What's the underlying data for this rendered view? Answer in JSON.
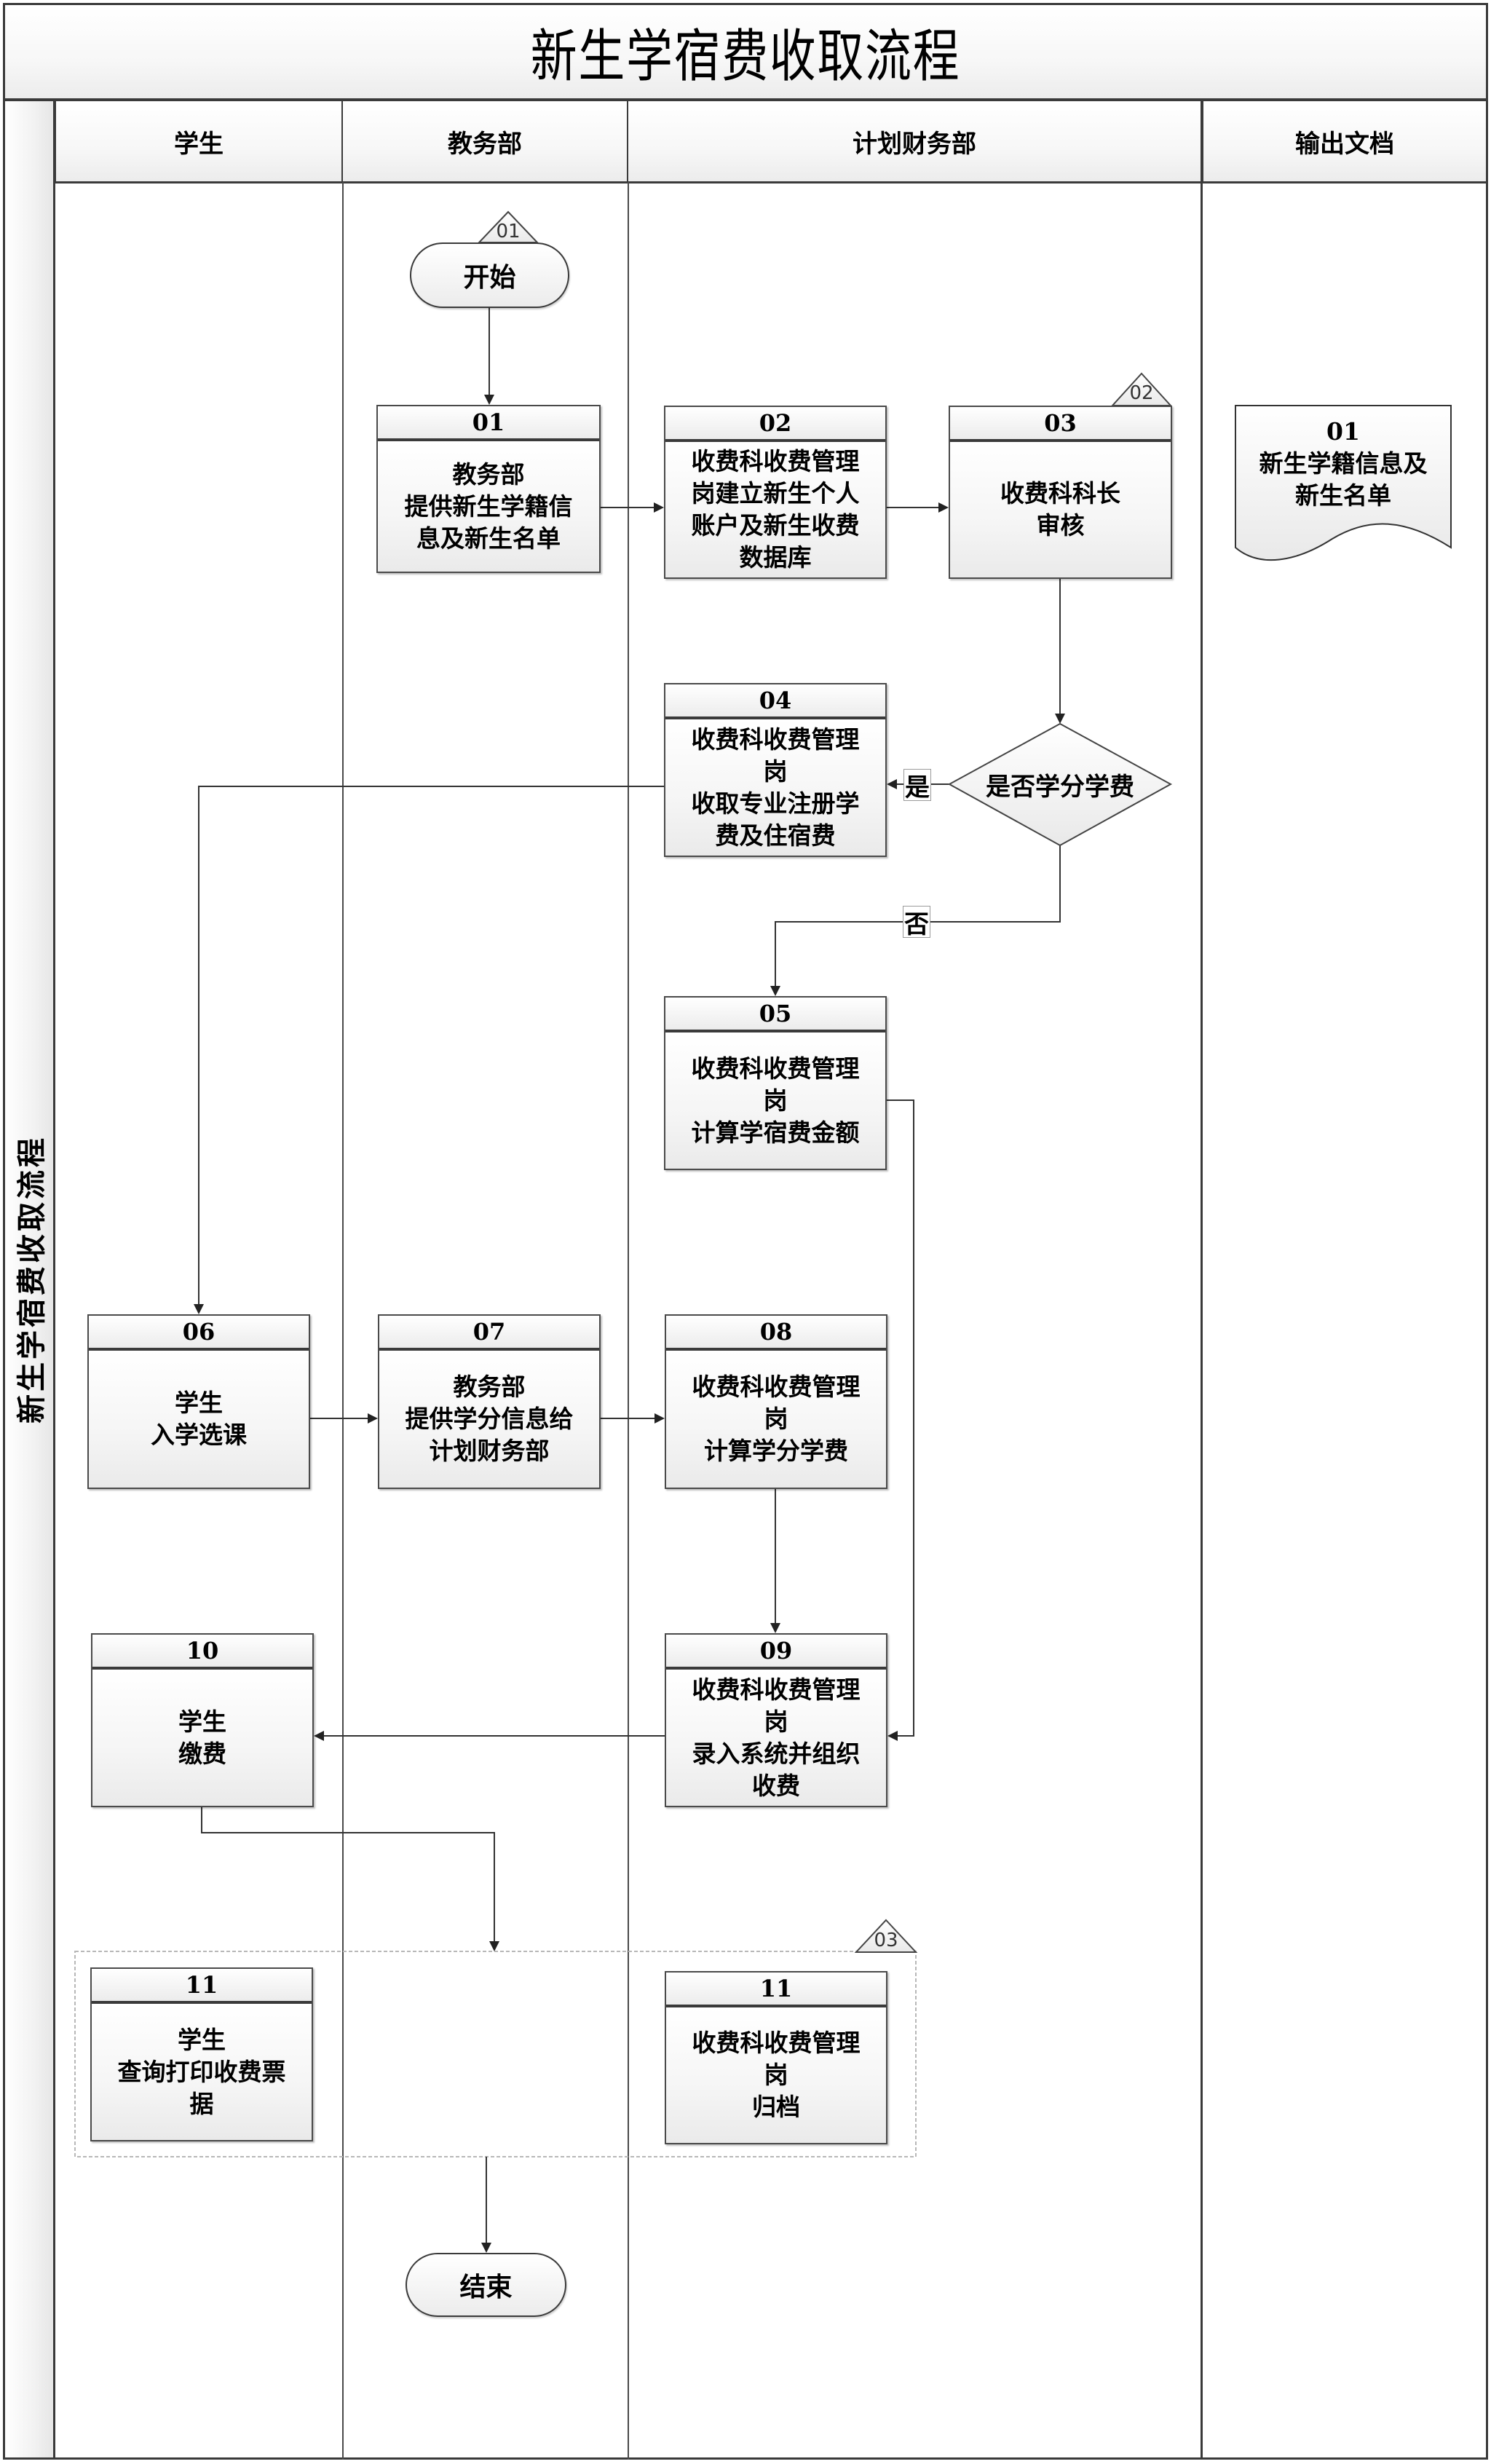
{
  "title": "新生学宿费收取流程",
  "side_label": "新生学宿费收取流程",
  "lanes": [
    {
      "label": "学生"
    },
    {
      "label": "教务部"
    },
    {
      "label": "计划财务部"
    },
    {
      "label": "输出文档"
    }
  ],
  "start": {
    "label": "开始",
    "marker": "01"
  },
  "end": {
    "label": "结束"
  },
  "steps": [
    {
      "id": "01",
      "lane": "教务部",
      "text": "教务部\n提供新生学籍信\n息及新生名单"
    },
    {
      "id": "02",
      "lane": "计划财务部",
      "text": "收费科收费管理\n岗建立新生个人\n账户及新生收费\n数据库"
    },
    {
      "id": "03",
      "lane": "计划财务部",
      "text": "收费科科长\n审核",
      "marker": "02"
    },
    {
      "id": "04",
      "lane": "计划财务部",
      "text": "收费科收费管理\n岗\n收取专业注册学\n费及住宿费"
    },
    {
      "id": "05",
      "lane": "计划财务部",
      "text": "收费科收费管理\n岗\n计算学宿费金额"
    },
    {
      "id": "06",
      "lane": "学生",
      "text": "学生\n入学选课"
    },
    {
      "id": "07",
      "lane": "教务部",
      "text": "教务部\n提供学分信息给\n计划财务部"
    },
    {
      "id": "08",
      "lane": "计划财务部",
      "text": "收费科收费管理\n岗\n计算学分学费"
    },
    {
      "id": "09",
      "lane": "计划财务部",
      "text": "收费科收费管理\n岗\n录入系统并组织\n收费"
    },
    {
      "id": "10",
      "lane": "学生",
      "text": "学生\n缴费"
    },
    {
      "id": "11",
      "lane": "学生",
      "text": "学生\n查询打印收费票\n据"
    },
    {
      "id": "11",
      "lane": "计划财务部",
      "text": "收费科收费管理\n岗\n归档"
    }
  ],
  "decision": {
    "text": "是否学分学费",
    "yes_label": "是",
    "no_label": "否"
  },
  "group_marker": "03",
  "output_document": {
    "id": "01",
    "text": "新生学籍信息及\n新生名单"
  }
}
